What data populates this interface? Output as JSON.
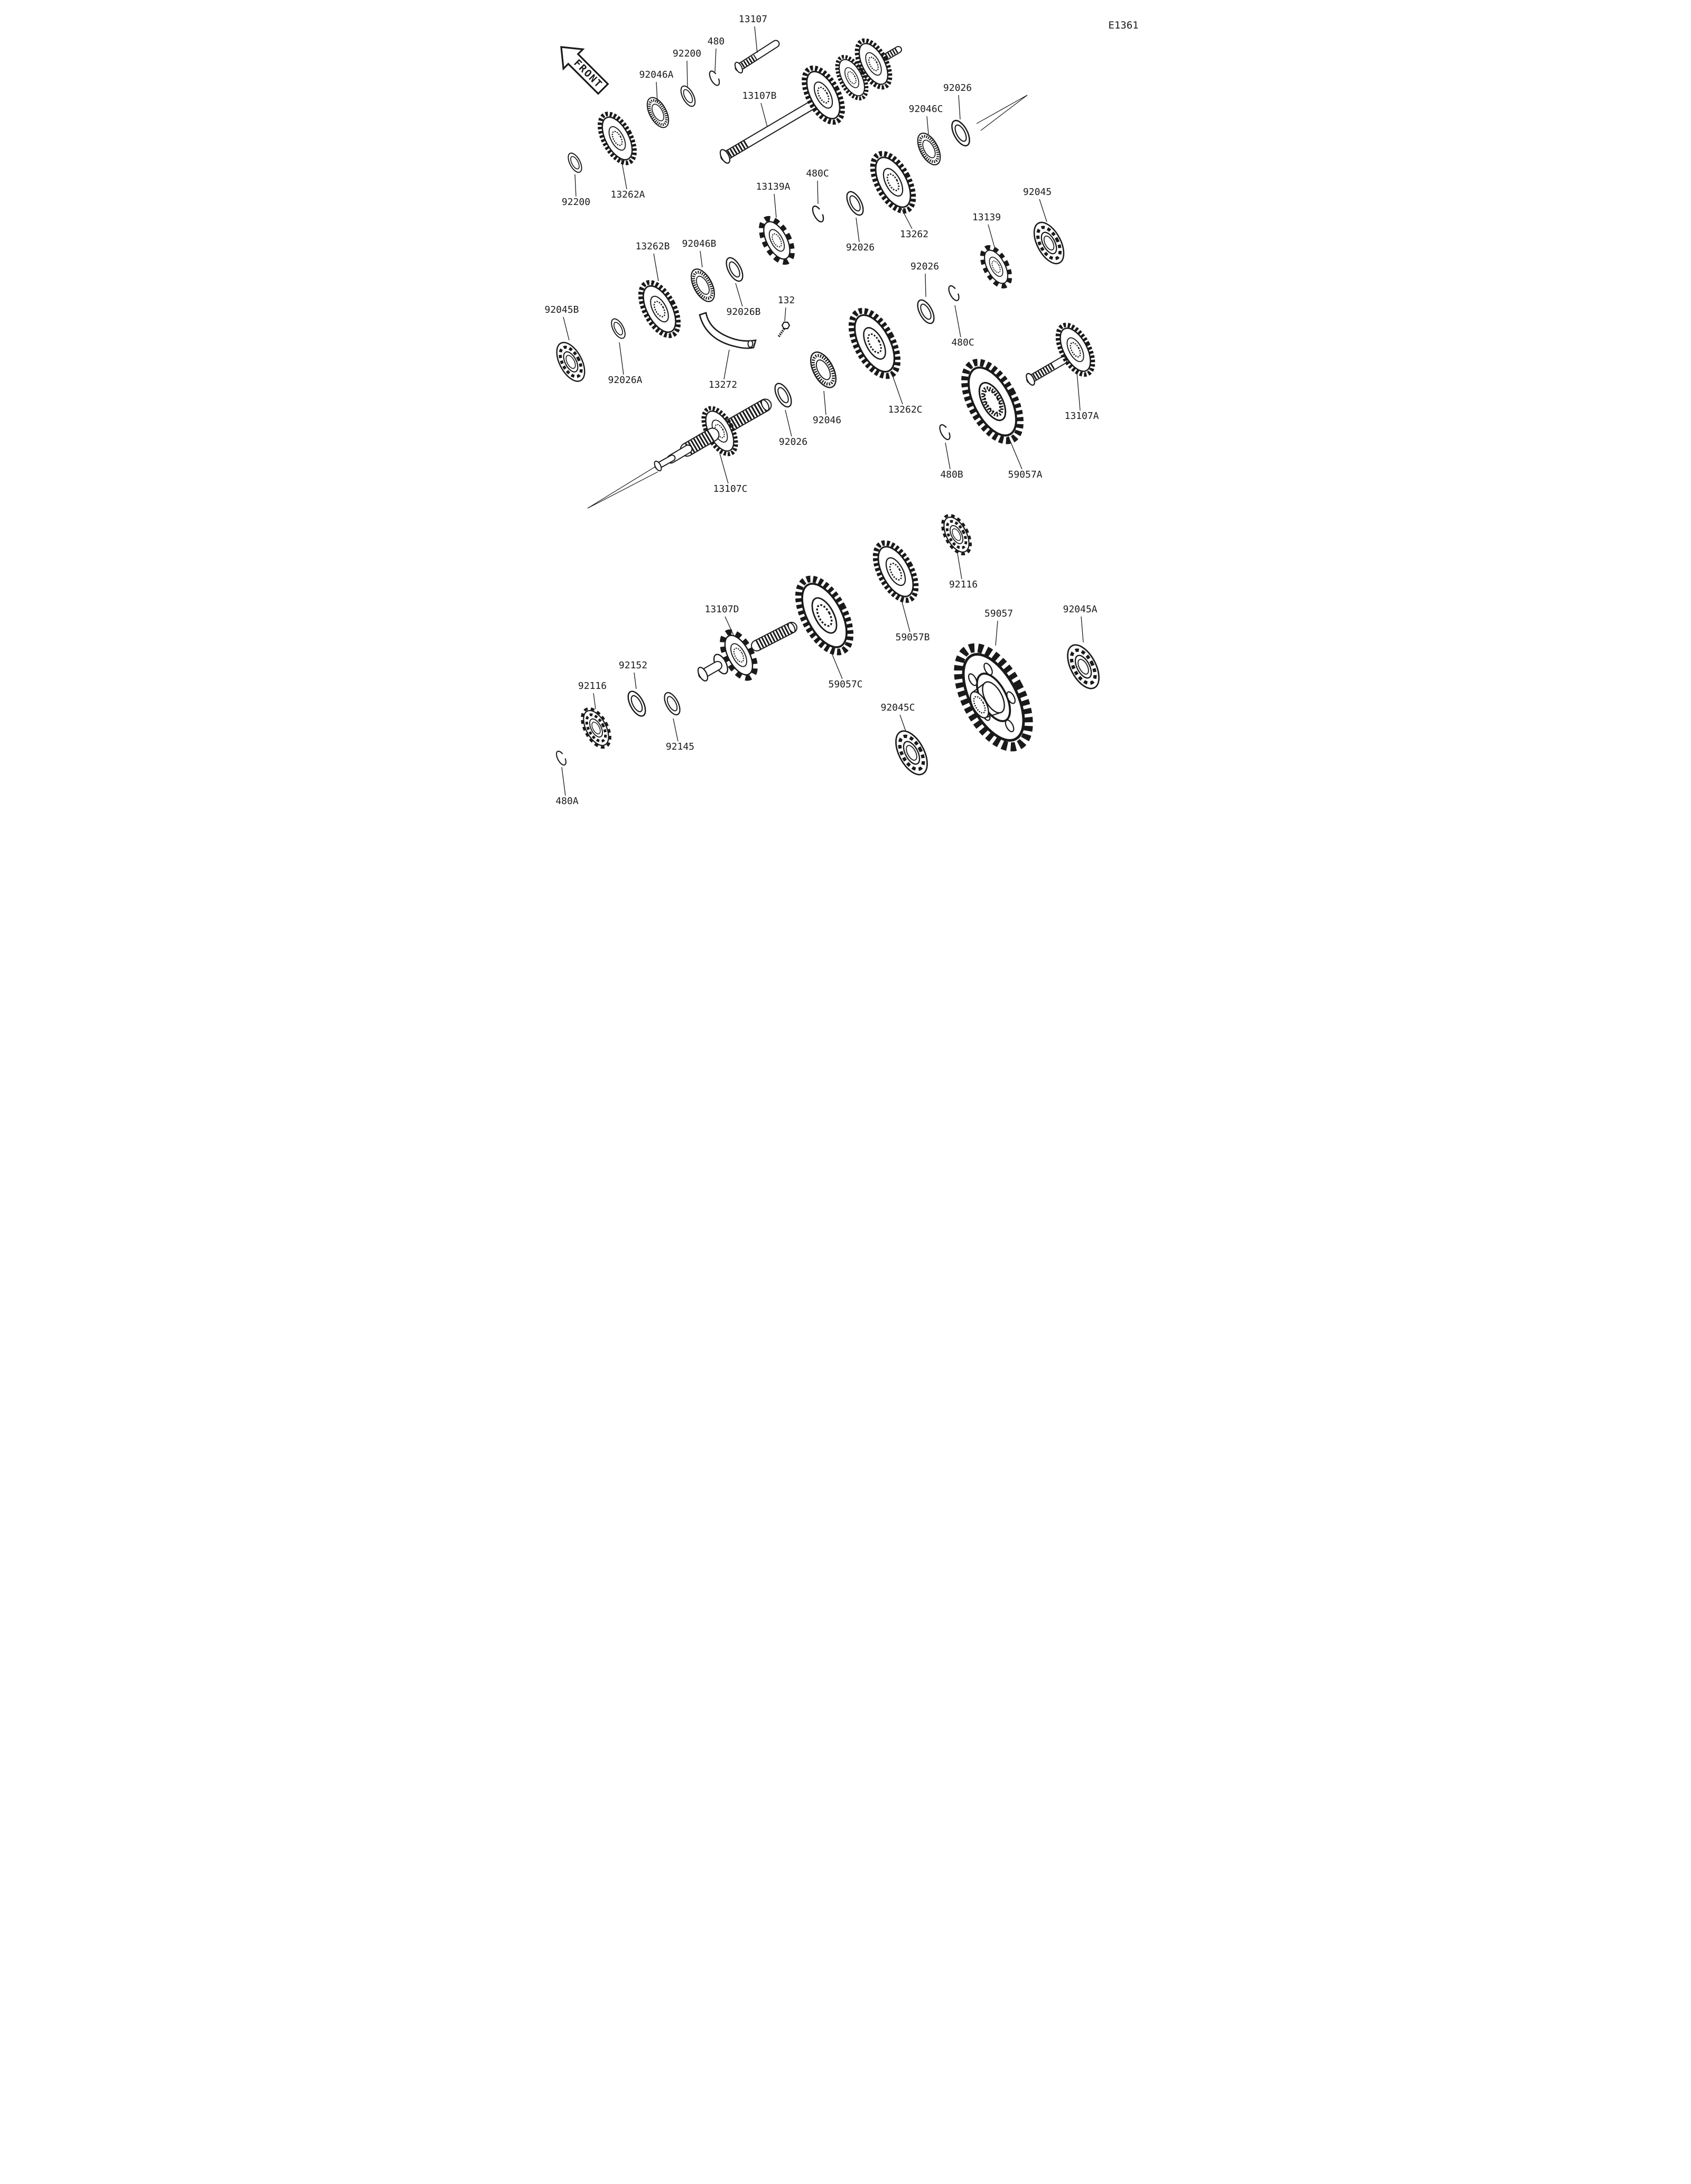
{
  "diagram": {
    "code": "E1361",
    "front_label": "FRONT",
    "background_color": "#ffffff",
    "line_color": "#1a1a1a"
  },
  "labels": [
    {
      "text": "13107"
    },
    {
      "text": "480"
    },
    {
      "text": "92200"
    },
    {
      "text": "92046A"
    },
    {
      "text": "13107B"
    },
    {
      "text": "92026"
    },
    {
      "text": "92046C"
    },
    {
      "text": "13262A"
    },
    {
      "text": "92200"
    },
    {
      "text": "13139A"
    },
    {
      "text": "480C"
    },
    {
      "text": "92026"
    },
    {
      "text": "13262"
    },
    {
      "text": "13139"
    },
    {
      "text": "92045"
    },
    {
      "text": "13262B"
    },
    {
      "text": "92046B"
    },
    {
      "text": "92026B"
    },
    {
      "text": "132"
    },
    {
      "text": "92026"
    },
    {
      "text": "480C"
    },
    {
      "text": "92045B"
    },
    {
      "text": "92026A"
    },
    {
      "text": "13272"
    },
    {
      "text": "92046"
    },
    {
      "text": "13262C"
    },
    {
      "text": "13107A"
    },
    {
      "text": "92026"
    },
    {
      "text": "13107C"
    },
    {
      "text": "480B"
    },
    {
      "text": "59057A"
    },
    {
      "text": "92116"
    },
    {
      "text": "13107D"
    },
    {
      "text": "92152"
    },
    {
      "text": "92116"
    },
    {
      "text": "92145"
    },
    {
      "text": "59057C"
    },
    {
      "text": "59057B"
    },
    {
      "text": "59057"
    },
    {
      "text": "92045A"
    },
    {
      "text": "92045C"
    },
    {
      "text": "480A"
    }
  ]
}
